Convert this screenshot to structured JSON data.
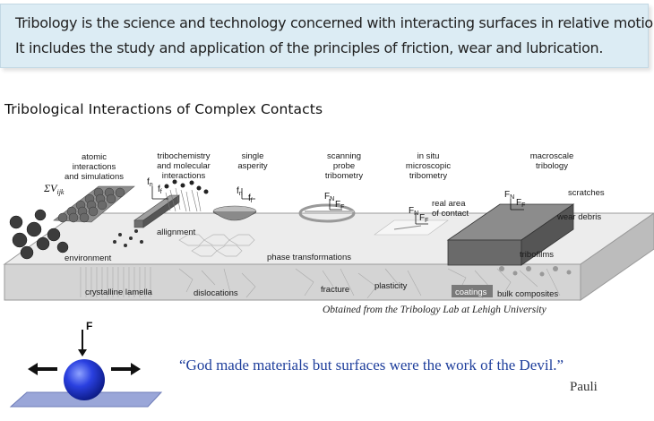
{
  "intro": {
    "line1": "Tribology is the science and technology concerned with interacting surfaces in relative motion.",
    "line2": "It includes the study and application of the principles of friction, wear and lubrication."
  },
  "heading": "Tribological Interactions of Complex Contacts",
  "diagram": {
    "top_labels": {
      "atomic_1": "atomic",
      "atomic_2": "interactions",
      "atomic_3": "and simulations",
      "tribo_1": "tribochemistry",
      "tribo_2": "and molecular",
      "tribo_3": "interactions",
      "single_1": "single",
      "single_2": "asperity",
      "scan_1": "scanning",
      "scan_2": "probe",
      "scan_3": "tribometry",
      "insitu_1": "in situ",
      "insitu_2": "microscopic",
      "insitu_3": "tribometry",
      "macro_1": "macroscale",
      "macro_2": "tribology"
    },
    "sum_v_symbol": "ΣV",
    "sum_v_subscript": "ijk",
    "force_labels": {
      "fn": "f",
      "fn_sub": "n",
      "ff": "f",
      "ff_sub": "f",
      "FN": "F",
      "FN_sub": "N",
      "FF": "F",
      "FF_sub": "F"
    },
    "side_labels": {
      "scratches": "scratches",
      "wear_debris": "wear debris",
      "real_area_1": "real area",
      "real_area_2": "of contact",
      "allignment": "allignment",
      "environment": "environment",
      "phase_transformations": "phase transformations",
      "tribofilms": "tribofilms",
      "crystalline_lamella": "crystalline lamella",
      "dislocations": "dislocations",
      "fracture": "fracture",
      "plasticity": "plasticity",
      "coatings": "coatings",
      "bulk_composites": "bulk composites"
    },
    "colors": {
      "block_top": "#ececec",
      "block_side": "#d0d0d0",
      "macro_box": "#6e6e6e",
      "sphere": "#555555"
    }
  },
  "credit": "Obtained from the Tribology Lab at Lehigh University",
  "figure": {
    "force_label": "F",
    "colors": {
      "ball": "#1a2fd0",
      "plate": "#9aa6d8"
    }
  },
  "quote": "“God made materials but surfaces were the work of the Devil.”",
  "author": "Pauli"
}
